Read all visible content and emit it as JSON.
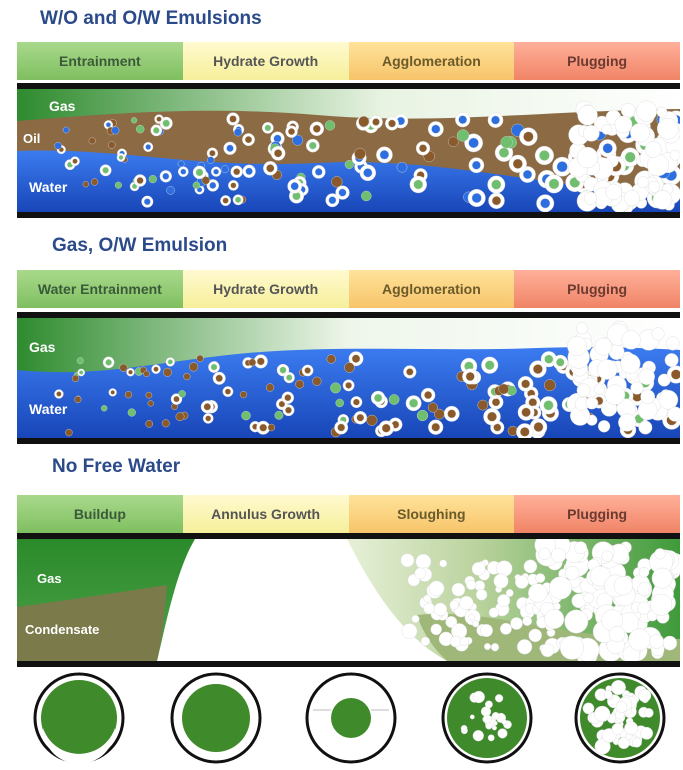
{
  "sections": [
    {
      "title": "W/O and O/W Emulsions",
      "stages": [
        "Entrainment",
        "Hydrate Growth",
        "Agglomeration",
        "Plugging"
      ],
      "phases": {
        "gas": "Gas",
        "oil": "Oil",
        "water": "Water"
      }
    },
    {
      "title": "Gas, O/W Emulsion",
      "stages": [
        "Water Entrainment",
        "Hydrate Growth",
        "Agglomeration",
        "Plugging"
      ],
      "phases": {
        "gas": "Gas",
        "water": "Water"
      }
    },
    {
      "title": "No Free Water",
      "stages": [
        "Buildup",
        "Annulus Growth",
        "Sloughing",
        "Plugging"
      ],
      "phases": {
        "gas": "Gas",
        "condensate": "Condensate"
      }
    }
  ],
  "colors": {
    "gas_green": "#2e8b2e",
    "oil_brown": "#8b6a44",
    "water_blue": "#1f5fd6",
    "hydrate_white": "#ffffff",
    "title_blue": "#2b4a8a"
  }
}
